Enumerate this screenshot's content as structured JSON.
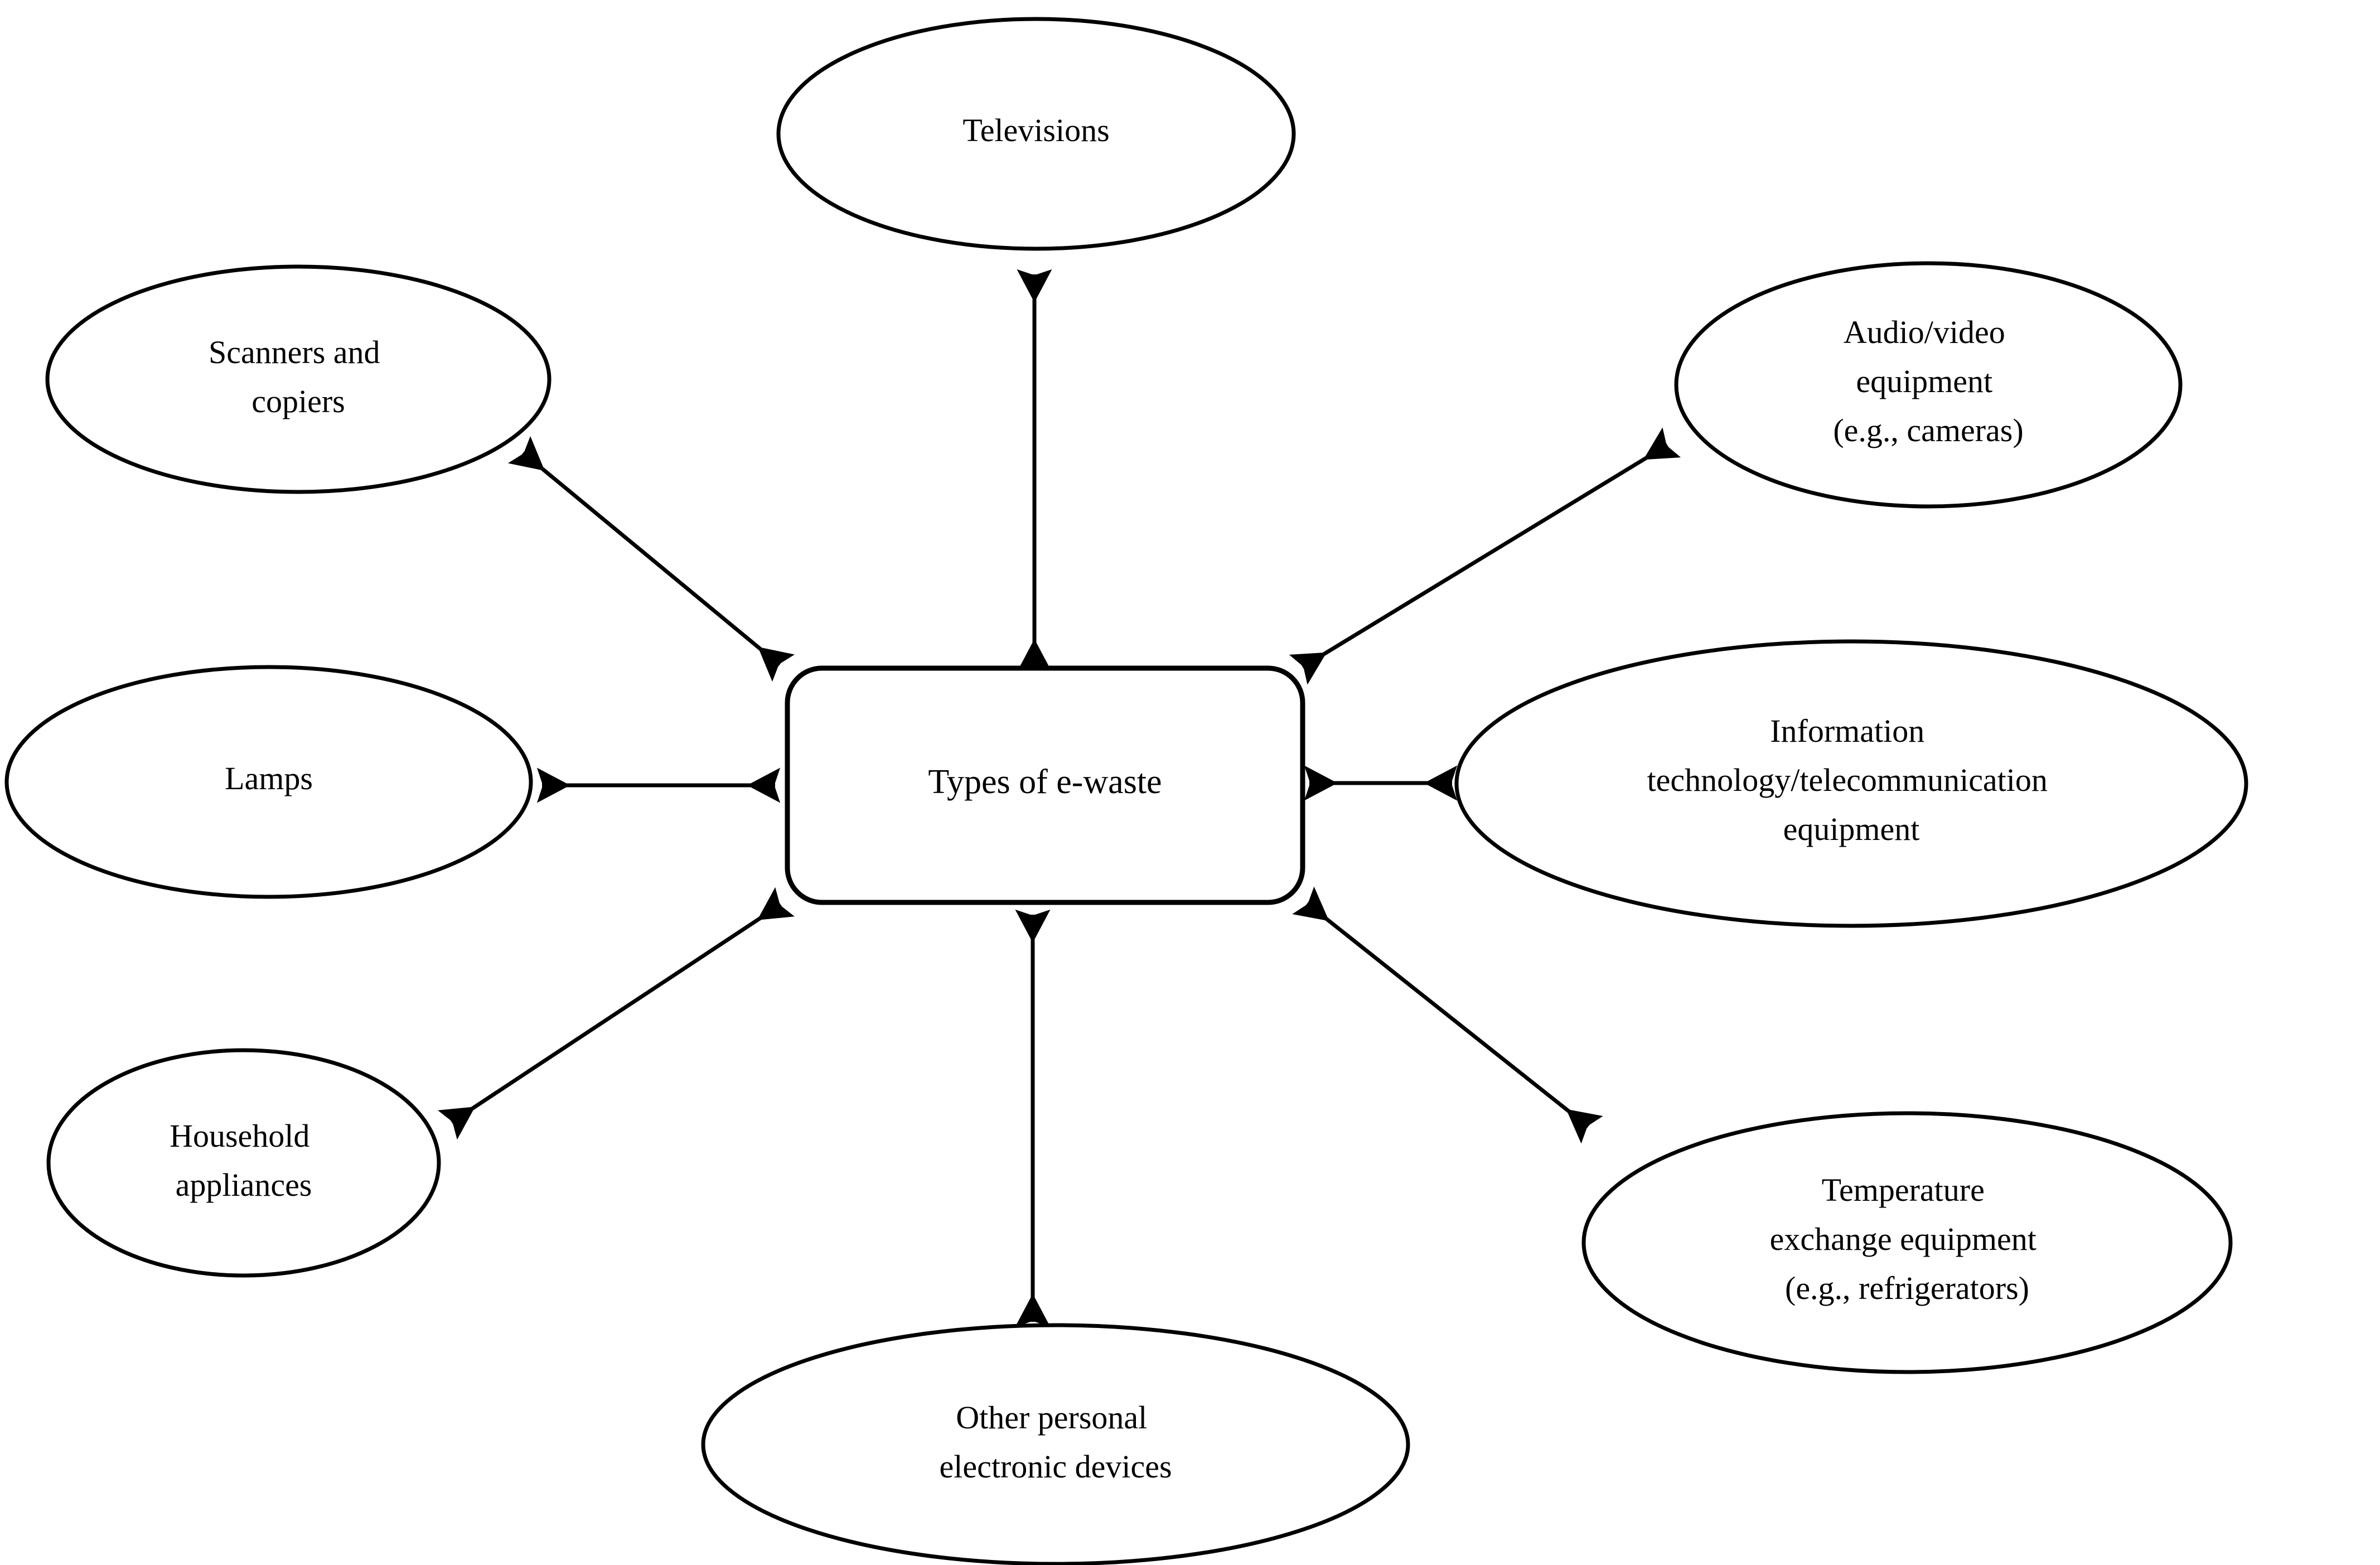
{
  "diagram": {
    "title": "Types of e-waste",
    "type": "hub-and-spoke concept map",
    "background_color": "#ffffff",
    "stroke_color": "#000000",
    "center": {
      "id": "center-node",
      "shape": "rounded-rectangle",
      "label": "Types of e-waste"
    },
    "nodes": [
      {
        "id": "televisions",
        "shape": "ellipse",
        "position": "top",
        "lines": [
          "Televisions"
        ]
      },
      {
        "id": "scanners-and-copiers",
        "shape": "ellipse",
        "position": "top-left",
        "lines": [
          "Scanners and",
          "copiers"
        ]
      },
      {
        "id": "lamps",
        "shape": "ellipse",
        "position": "left",
        "lines": [
          "Lamps"
        ]
      },
      {
        "id": "household-appliances",
        "shape": "ellipse",
        "position": "bottom-left",
        "lines": [
          "Household",
          "appliances"
        ]
      },
      {
        "id": "other-personal-electronic-devices",
        "shape": "ellipse",
        "position": "bottom",
        "lines": [
          "Other personal",
          "electronic devices"
        ]
      },
      {
        "id": "temperature-exchange-equipment",
        "shape": "ellipse",
        "position": "bottom-right",
        "lines": [
          "Temperature",
          "exchange equipment",
          "(e.g., refrigerators)"
        ]
      },
      {
        "id": "information-technology-telecommunication-equipment",
        "shape": "ellipse",
        "position": "right",
        "lines": [
          "Information",
          "technology/telecommunication",
          "equipment"
        ]
      },
      {
        "id": "audio-video-equipment",
        "shape": "ellipse",
        "position": "top-right",
        "lines": [
          "Audio/video",
          "equipment",
          "(e.g., cameras)"
        ]
      }
    ],
    "connectors": [
      {
        "id": "connector-televisions",
        "from": "center-node",
        "to": "televisions",
        "style": "double-headed-arrow",
        "direction": "vertical"
      },
      {
        "id": "connector-scanners-and-copiers",
        "from": "center-node",
        "to": "scanners-and-copiers",
        "style": "double-headed-arrow",
        "direction": "diagonal"
      },
      {
        "id": "connector-lamps",
        "from": "center-node",
        "to": "lamps",
        "style": "double-headed-arrow",
        "direction": "horizontal"
      },
      {
        "id": "connector-household-appliances",
        "from": "center-node",
        "to": "household-appliances",
        "style": "double-headed-arrow",
        "direction": "diagonal"
      },
      {
        "id": "connector-other-personal-electronic-devices",
        "from": "center-node",
        "to": "other-personal-electronic-devices",
        "style": "double-headed-arrow",
        "direction": "vertical"
      },
      {
        "id": "connector-temperature-exchange-equipment",
        "from": "center-node",
        "to": "temperature-exchange-equipment",
        "style": "double-headed-arrow",
        "direction": "diagonal"
      },
      {
        "id": "connector-information-technology-telecommunication-equipment",
        "from": "center-node",
        "to": "information-technology-telecommunication-equipment",
        "style": "double-headed-arrow",
        "direction": "horizontal"
      },
      {
        "id": "connector-audio-video-equipment",
        "from": "center-node",
        "to": "audio-video-equipment",
        "style": "double-headed-arrow",
        "direction": "diagonal"
      }
    ]
  }
}
